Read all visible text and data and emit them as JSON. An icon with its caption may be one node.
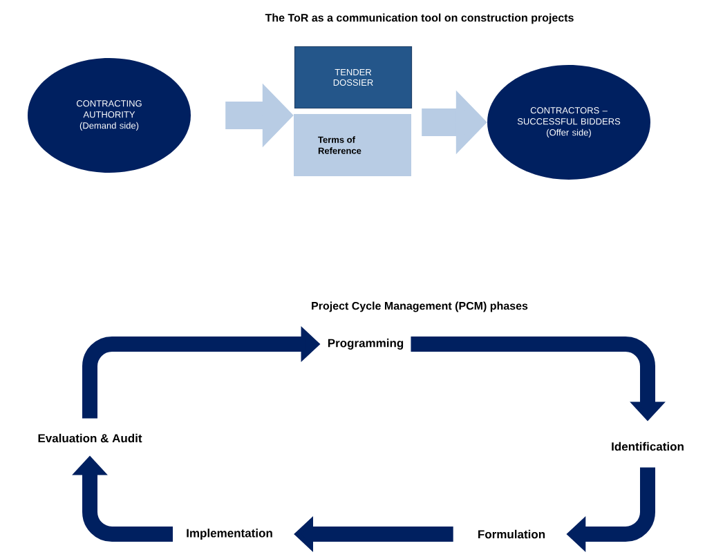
{
  "diagram": {
    "title": "The ToR as a communication tool on construction projects",
    "nodes": [
      {
        "text": [
          "CONTRACTING AUTHORITY",
          "(Demand side)"
        ]
      },
      {
        "text": [
          "TENDER DOSSIER"
        ]
      },
      {
        "text": [
          "Terms of Reference"
        ]
      },
      {
        "text": [
          "CONTRACTORS – SUCCESSFUL BIDDERS",
          "(Offer side)"
        ]
      },
      {
        "text": [
          "Programming"
        ]
      },
      {
        "text": [
          "Identification"
        ]
      },
      {
        "text": [
          "Formulation"
        ]
      },
      {
        "text": [
          "Implementation"
        ]
      },
      {
        "text": [
          "Evaluation & Audit"
        ]
      }
    ],
    "edges": [
      {
        "from": 0,
        "to": 2,
        "arrow": "to",
        "style": "thick",
        "color": "#b8cce4"
      },
      {
        "from": 2,
        "to": 3,
        "arrow": "to",
        "style": "thick",
        "color": "#b8cce4"
      },
      {
        "from": 4,
        "to": 5,
        "arrow": "to"
      },
      {
        "from": 5,
        "to": 6,
        "arrow": "to"
      },
      {
        "from": 6,
        "to": 7,
        "arrow": "to"
      },
      {
        "from": 7,
        "to": 8,
        "arrow": "to"
      },
      {
        "from": 8,
        "to": 4,
        "arrow": "to"
      }
    ],
    "labels": [
      "Project Cycle Management (PCM) phases"
    ]
  }
}
